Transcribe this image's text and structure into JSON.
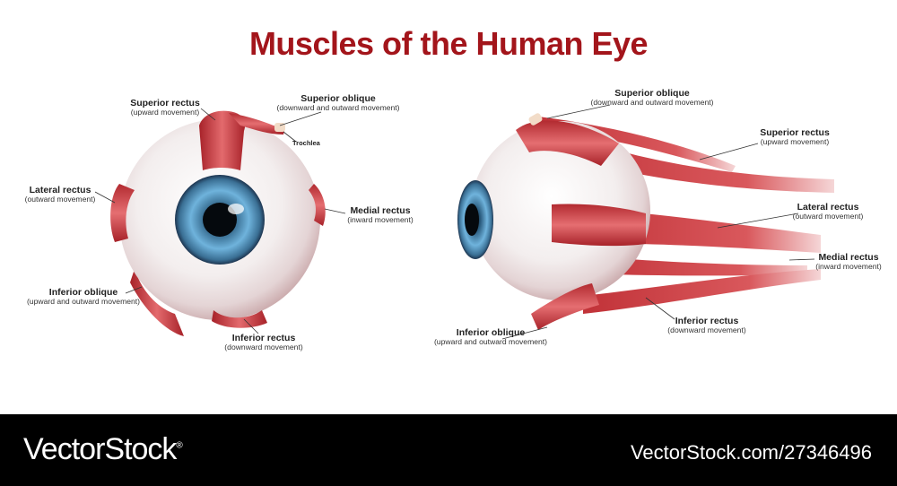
{
  "title": "Muscles of the Human Eye",
  "front_view": {
    "labels": [
      {
        "id": "superior-rectus",
        "name": "Superior rectus",
        "sub": "(upward movement)"
      },
      {
        "id": "superior-oblique",
        "name": "Superior oblique",
        "sub": "(downward and outward movement)"
      },
      {
        "id": "trochlea",
        "name": "Trochlea"
      },
      {
        "id": "lateral-rectus",
        "name": "Lateral rectus",
        "sub": "(outward movement)"
      },
      {
        "id": "medial-rectus",
        "name": "Medial rectus",
        "sub": "(inward movement)"
      },
      {
        "id": "inferior-oblique",
        "name": "Inferior oblique",
        "sub": "(upward and outward movement)"
      },
      {
        "id": "inferior-rectus",
        "name": "Inferior rectus",
        "sub": "(downward movement)"
      }
    ]
  },
  "side_view": {
    "labels": [
      {
        "id": "superior-oblique",
        "name": "Superior oblique",
        "sub": "(downward and outward movement)"
      },
      {
        "id": "superior-rectus",
        "name": "Superior rectus",
        "sub": "(upward movement)"
      },
      {
        "id": "lateral-rectus",
        "name": "Lateral rectus",
        "sub": "(outward movement)"
      },
      {
        "id": "medial-rectus",
        "name": "Medial rectus",
        "sub": "(inward movement)"
      },
      {
        "id": "inferior-rectus",
        "name": "Inferior rectus",
        "sub": "(downward movement)"
      },
      {
        "id": "inferior-oblique",
        "name": "Inferior oblique",
        "sub": "(upward and outward movement)"
      }
    ]
  },
  "footer": {
    "brand": "VectorStock",
    "url": "VectorStock.com/27346496",
    "trademark": "®"
  },
  "colors": {
    "title": "#a3151b",
    "muscle": "#c8353a",
    "iris": "#3f7fa8",
    "footer_bg": "#000000"
  }
}
